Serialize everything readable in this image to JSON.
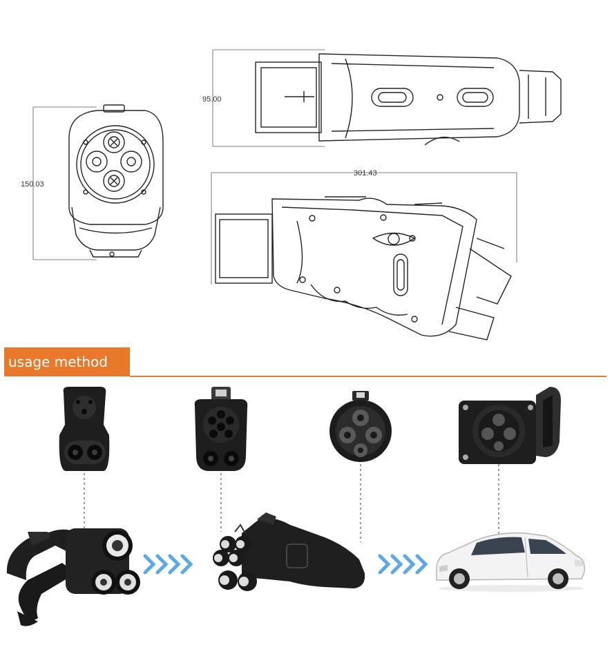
{
  "dimensions": {
    "height_label": "95.00",
    "width_label": "301.43",
    "front_label": "150.03"
  },
  "section": {
    "title": "usage method"
  },
  "colors": {
    "accent": "#e8782a",
    "arrow": "#5aa9e6",
    "line": "#222222",
    "product": "#1a1a1a"
  },
  "icons": [
    "chevron-right-icon"
  ]
}
